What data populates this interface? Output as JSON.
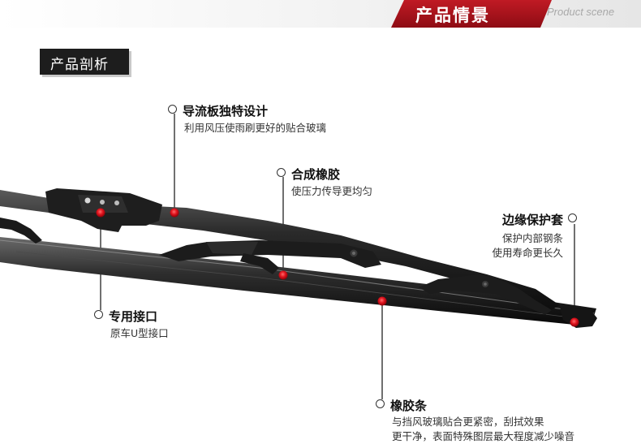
{
  "header": {
    "title": "产品情景",
    "subtitle": "Product scene"
  },
  "section": {
    "label": "产品剖析"
  },
  "annotations": {
    "spoiler": {
      "title": "导流板独特设计",
      "desc": "利用风压使雨刷更好的贴合玻璃"
    },
    "composite": {
      "title": "合成橡胶",
      "desc": "使压力传导更均匀"
    },
    "edge": {
      "title": "边缘保护套",
      "desc1": "保护内部钢条",
      "desc2": "使用寿命更长久"
    },
    "connector": {
      "title": "专用接口",
      "desc": "原车U型接口"
    },
    "rubber": {
      "title": "橡胶条",
      "desc1": "与挡风玻璃贴合更紧密，刮拭效果",
      "desc2": "更干净，表面特殊图层最大程度减少噪音"
    }
  },
  "colors": {
    "accent": "#c01a24",
    "marker": "#e0141e",
    "text": "#111111"
  },
  "icons": [
    "wiper-blade-illustration",
    "marker-dot",
    "ring-marker"
  ]
}
